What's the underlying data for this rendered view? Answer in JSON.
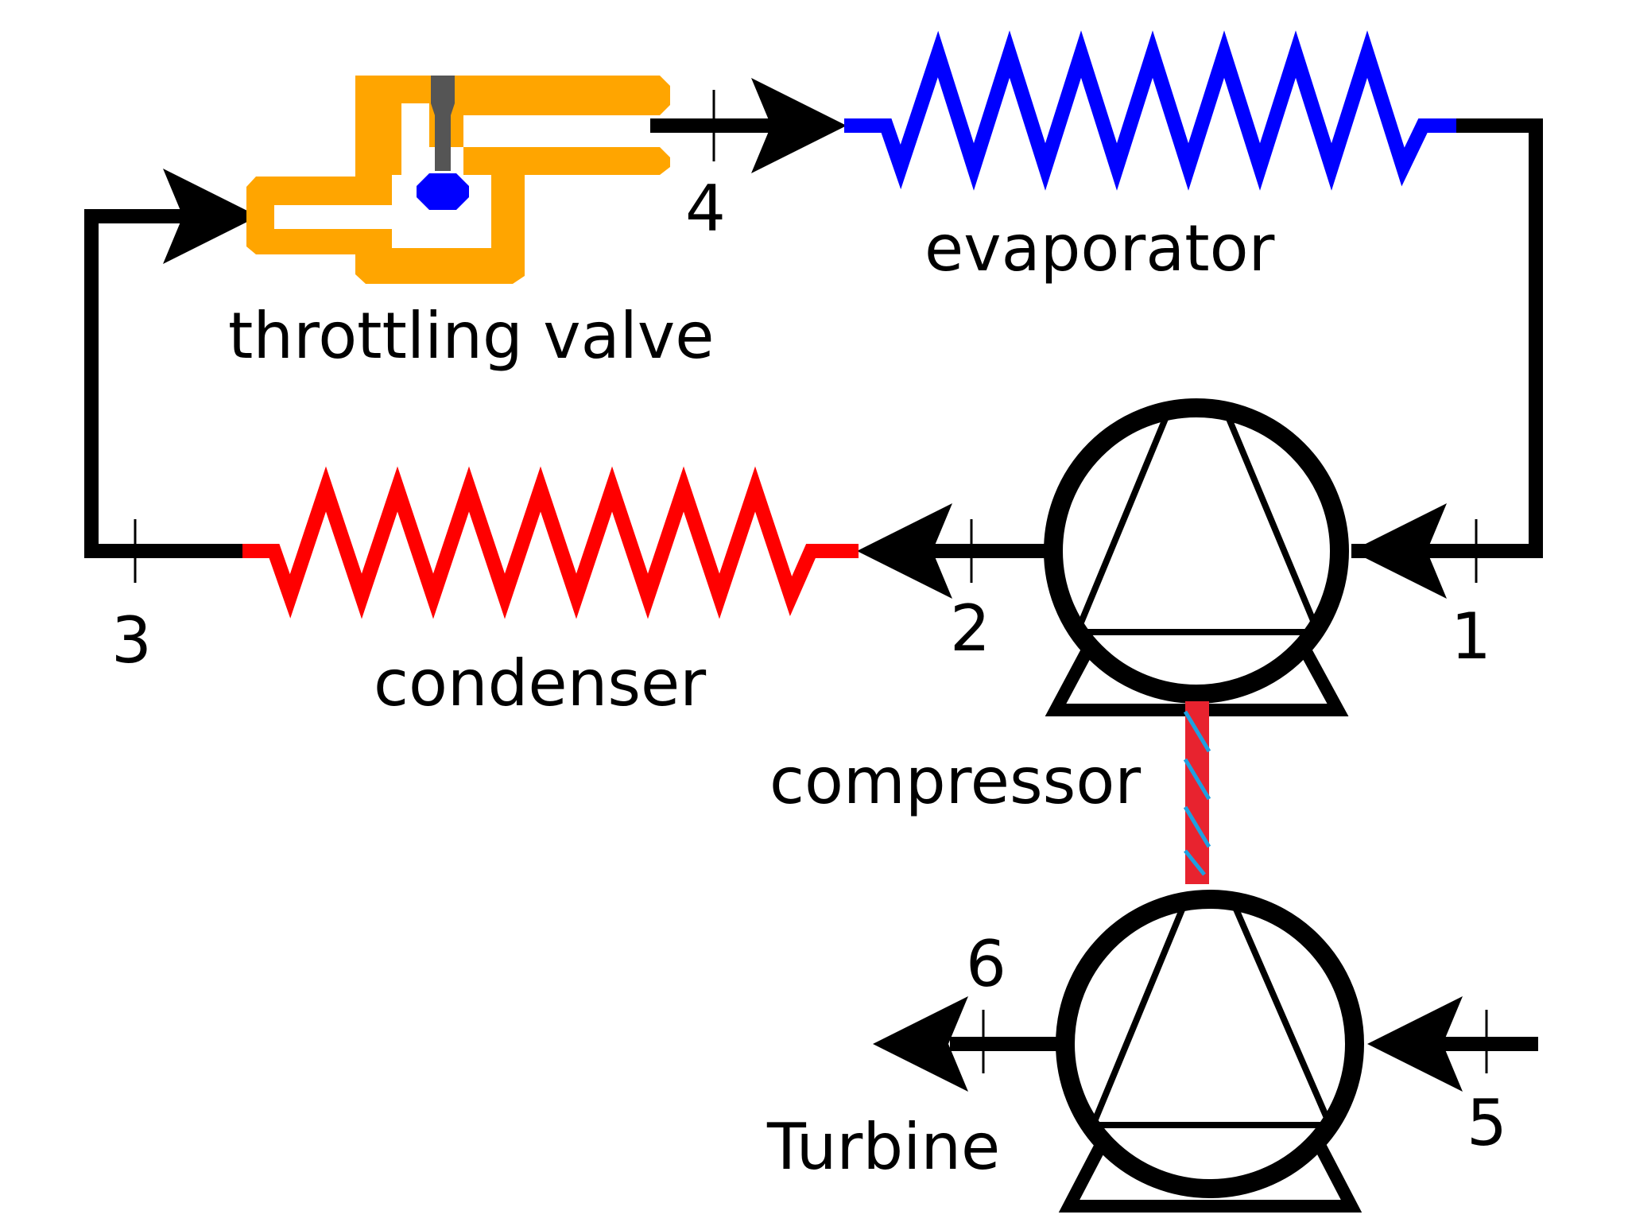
{
  "labels": {
    "throttling_valve": "throttling valve",
    "evaporator": "evaporator",
    "condenser": "condenser",
    "compressor": "compressor",
    "turbine": "Turbine"
  },
  "state_points": {
    "p1": "1",
    "p2": "2",
    "p3": "3",
    "p4": "4",
    "p5": "5",
    "p6": "6"
  },
  "colors": {
    "line": "#000000",
    "evaporator": "#0000ff",
    "condenser": "#ff0000",
    "valve_body": "#ffa500",
    "valve_stem": "#555555",
    "valve_ball": "#0000ff",
    "shaft": "#e8232f",
    "shaft_stripe": "#1ea0e0"
  }
}
